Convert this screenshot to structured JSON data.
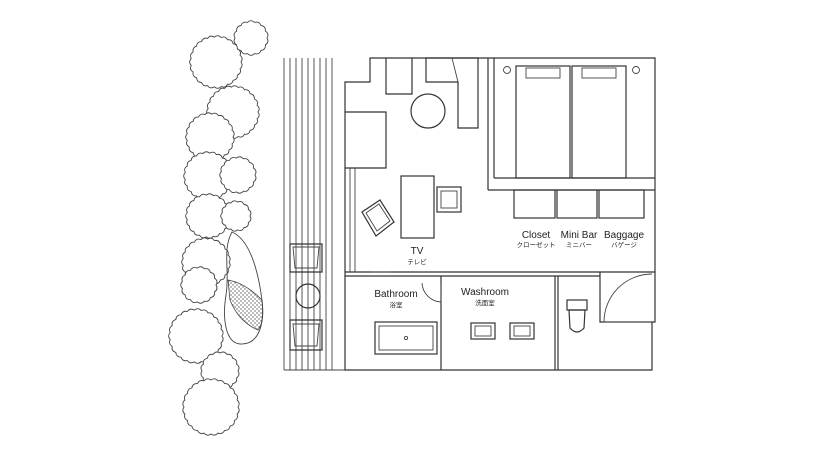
{
  "rooms": {
    "tv": {
      "label": "TV",
      "sublabel": "テレビ"
    },
    "closet": {
      "label": "Closet",
      "sublabel": "クローゼット"
    },
    "minibar": {
      "label": "Mini Bar",
      "sublabel": "ミニバー"
    },
    "baggage": {
      "label": "Baggage",
      "sublabel": "バゲージ"
    },
    "bathroom": {
      "label": "Bathroom",
      "sublabel": "浴室"
    },
    "washroom": {
      "label": "Washroom",
      "sublabel": "洗面室"
    }
  }
}
